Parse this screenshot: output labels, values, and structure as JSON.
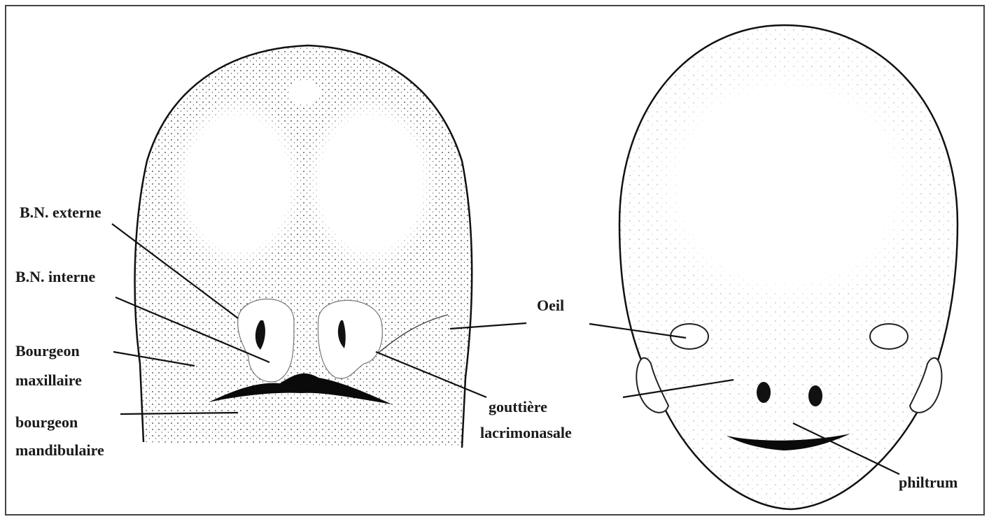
{
  "labels": {
    "bn_externe": "B.N. externe",
    "bn_interne": "B.N. interne",
    "bourgeon_maxillaire_1": "Bourgeon",
    "bourgeon_maxillaire_2": "maxillaire",
    "bourgeon_mandibulaire_1": "bourgeon",
    "bourgeon_mandibulaire_2": "mandibulaire",
    "oeil": "Oeil",
    "gouttiere_1": "gouttière",
    "gouttiere_2": "lacrimonasale",
    "philtrum": "philtrum"
  },
  "colors": {
    "ink": "#111111",
    "background": "#ffffff",
    "frame": "#444444"
  }
}
